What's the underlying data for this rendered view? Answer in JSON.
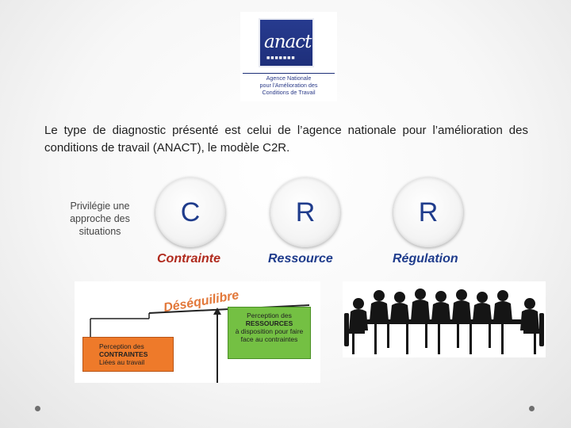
{
  "logo": {
    "wordmark": "anact",
    "caption_line1": "Agence Nationale",
    "caption_line2": "pour l'Amélioration des",
    "caption_line3": "Conditions de Travail"
  },
  "intro_text": "Le type de diagnostic présenté est celui de l’agence nationale pour l’amélioration des conditions de travail (ANACT), le modèle C2R.",
  "side_note": "Privilégie une approche des situations",
  "model": {
    "letters": [
      "C",
      "R",
      "R"
    ],
    "labels": [
      "Contrainte",
      "Ressource",
      "Régulation"
    ]
  },
  "balance": {
    "title": "Déséquilibre",
    "constraints_line1": "Perception des",
    "constraints_line2": "CONTRAINTES",
    "constraints_line3": "Liées au travail",
    "resources_line1": "Perception des",
    "resources_line2": "RESSOURCES",
    "resources_line3": "à disposition pour faire",
    "resources_line4": "face au contraintes"
  },
  "colors": {
    "accent_blue": "#1f3c8c",
    "contrainte_red": "#b02a1d",
    "constraints_orange": "#ee7a2a",
    "resources_green": "#74c043"
  }
}
